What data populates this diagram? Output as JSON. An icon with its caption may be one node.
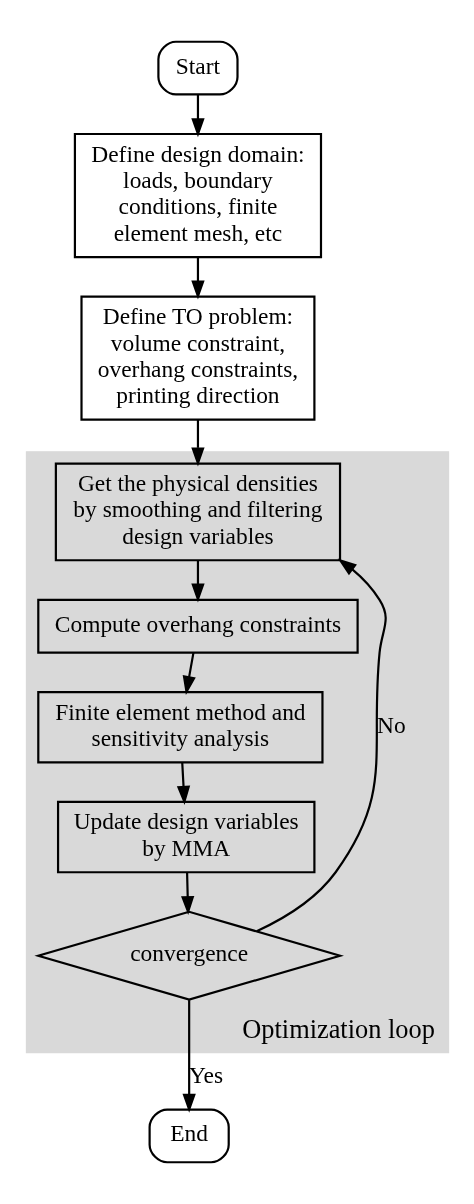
{
  "diagram": {
    "nodes": [
      {
        "text": [
          "Start"
        ]
      },
      {
        "text": [
          "Define design domain: loads, boundary conditions, finite element mesh, etc"
        ]
      },
      {
        "text": [
          "Define TO problem: volume constraint, overhang constraints, printing direction"
        ]
      },
      {
        "text": [
          "Optimization loop"
        ]
      },
      {
        "text": [
          "Get the physical densities by smoothing and filtering design variables"
        ],
        "in": 3
      },
      {
        "text": [
          "Compute overhang constraints"
        ],
        "in": 3
      },
      {
        "text": [
          "Finite element method and sensitivity analysis"
        ],
        "in": 3
      },
      {
        "text": [
          "Update design variables by MMA"
        ],
        "in": 3
      },
      {
        "text": [
          "convergence"
        ],
        "in": 3
      },
      {
        "text": [
          "End"
        ]
      }
    ],
    "edges": [
      {
        "from": 0,
        "to": 1,
        "arrow": "to"
      },
      {
        "from": 1,
        "to": 2,
        "arrow": "to"
      },
      {
        "from": 2,
        "to": 4,
        "arrow": "to"
      },
      {
        "from": 4,
        "to": 5,
        "arrow": "to"
      },
      {
        "from": 5,
        "to": 6,
        "arrow": "to"
      },
      {
        "from": 6,
        "to": 7,
        "arrow": "to"
      },
      {
        "from": 7,
        "to": 8,
        "arrow": "to"
      },
      {
        "from": 8,
        "to": 4,
        "arrow": "to",
        "label": "No"
      },
      {
        "from": 8,
        "to": 9,
        "arrow": "to",
        "label": "Yes"
      }
    ]
  }
}
